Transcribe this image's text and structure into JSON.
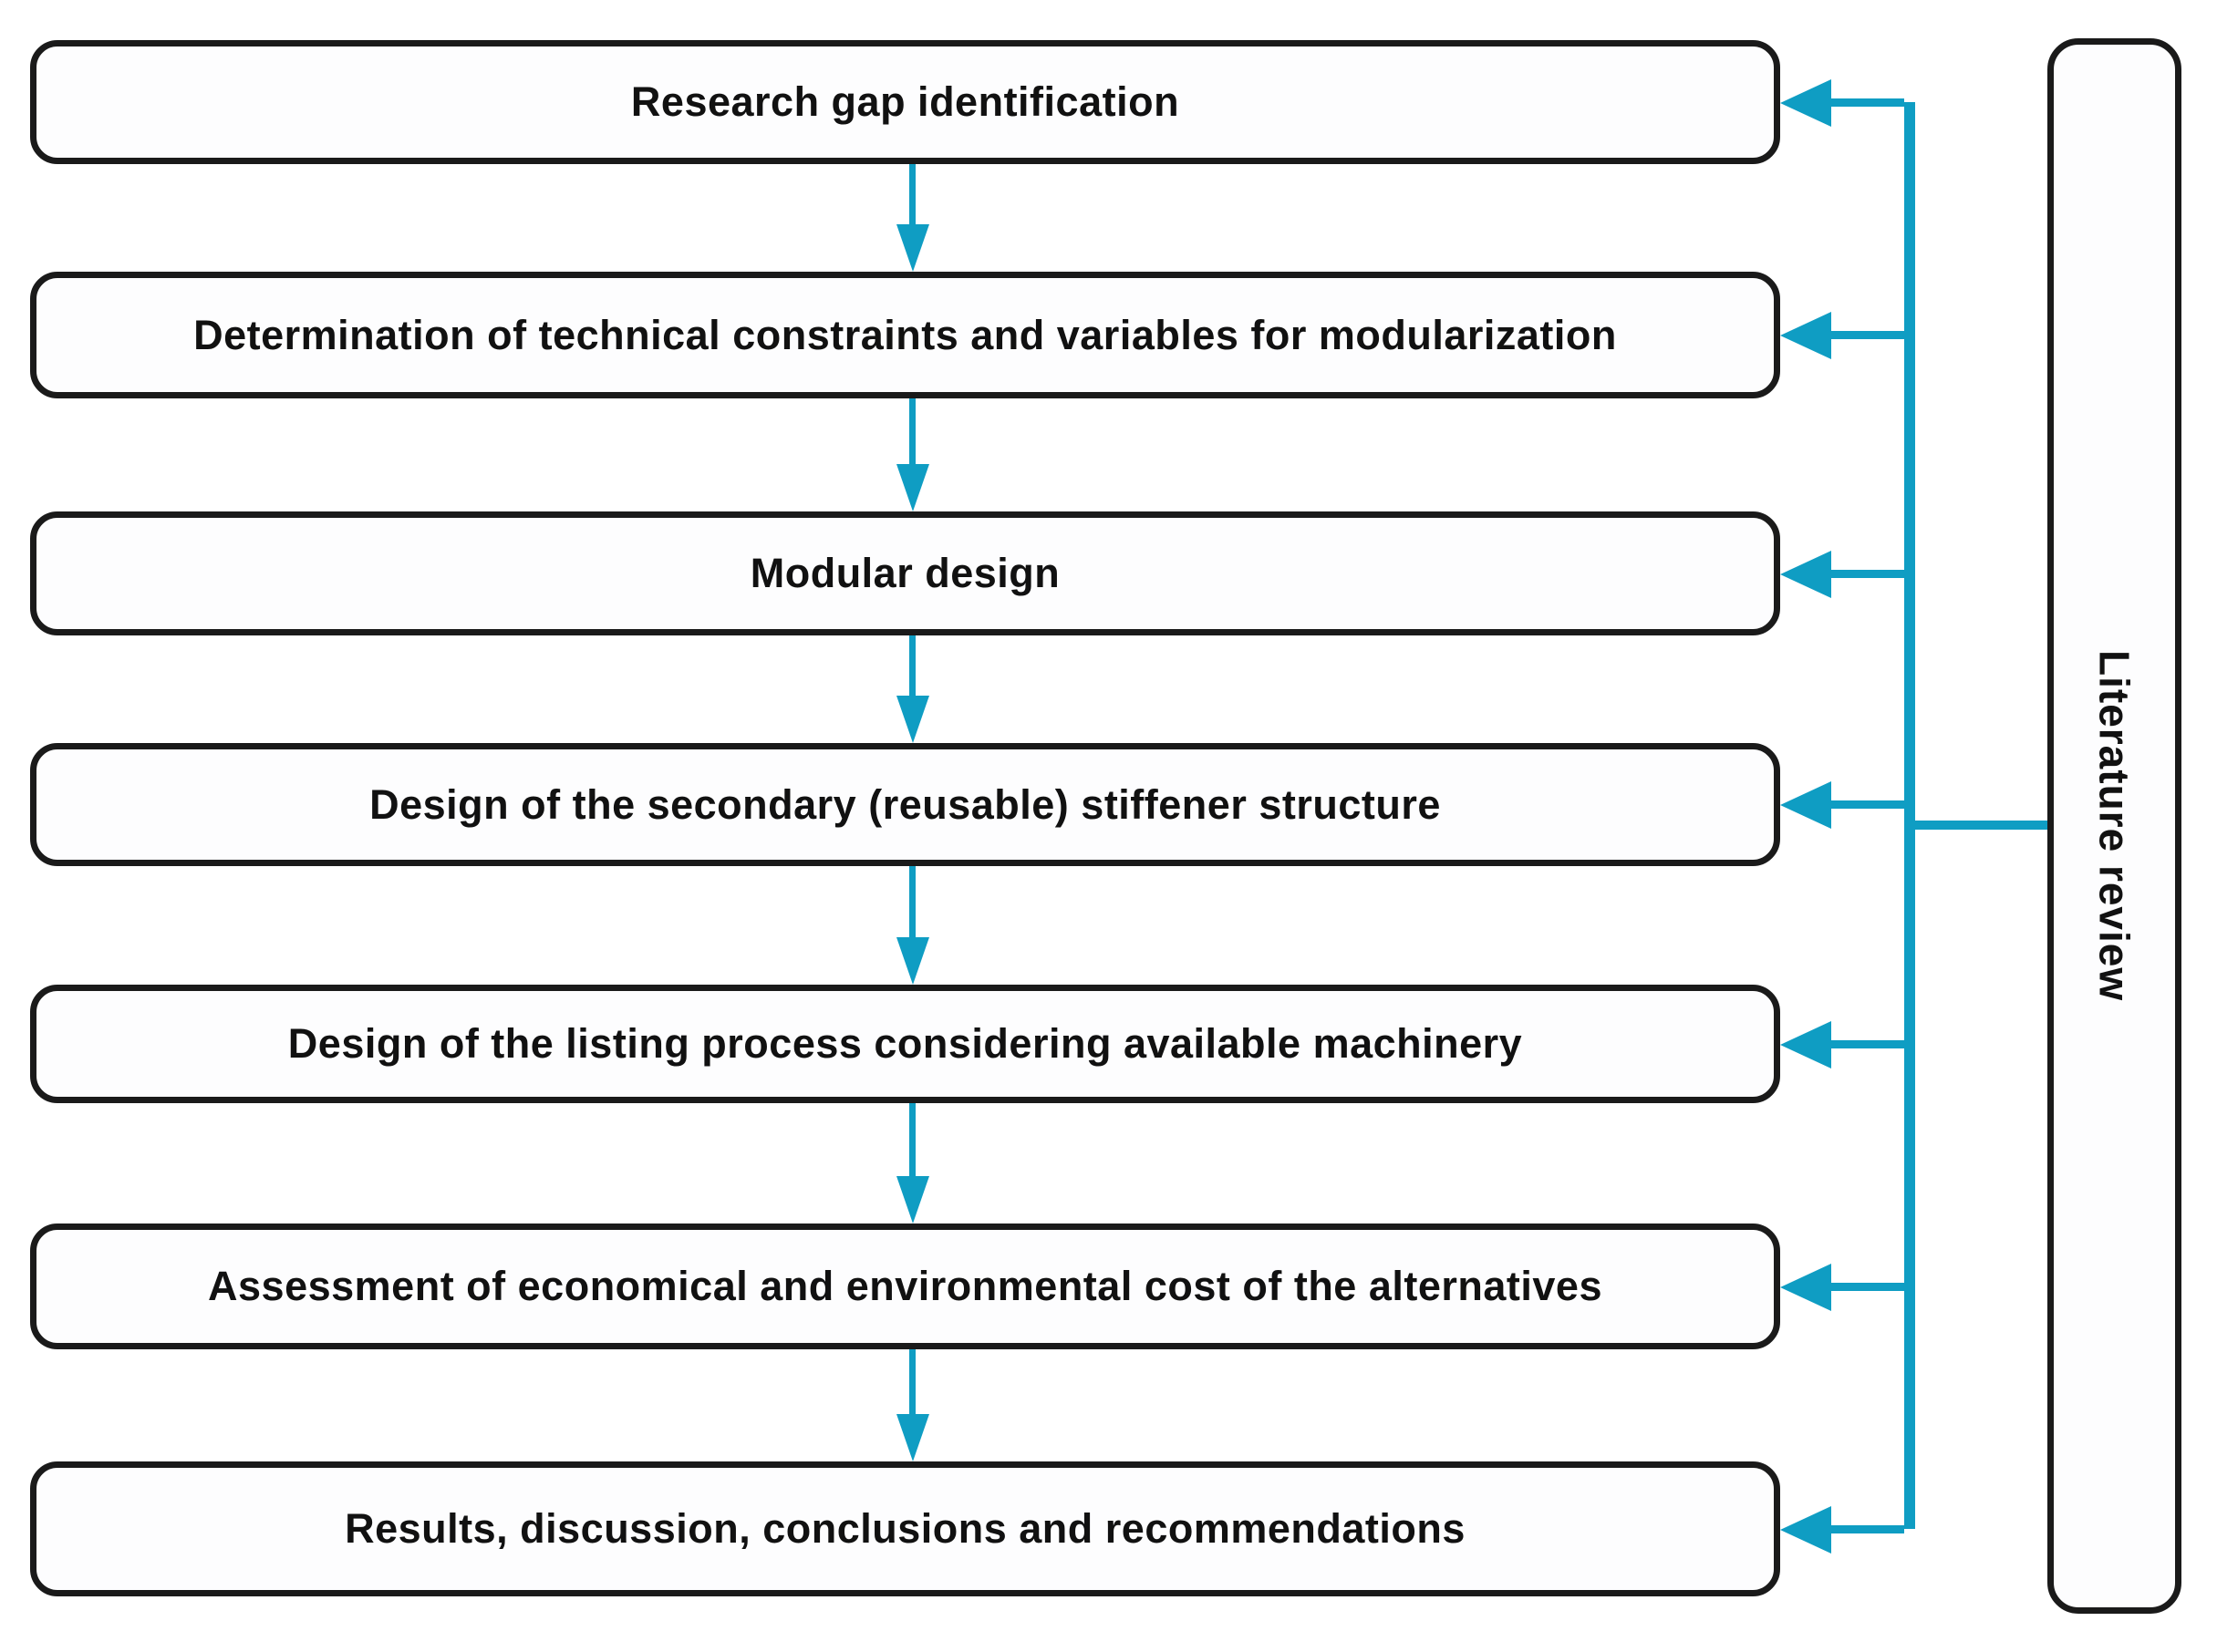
{
  "diagram": {
    "boxes": [
      {
        "label": "Research gap identification"
      },
      {
        "label": "Determination of technical constraints and variables for modularization"
      },
      {
        "label": "Modular design"
      },
      {
        "label": "Design of the secondary (reusable) stiffener structure"
      },
      {
        "label": "Design of the listing process considering available machinery"
      },
      {
        "label": "Assessment of economical and environmental cost of the alternatives"
      },
      {
        "label": "Results, discussion, conclusions and recommendations"
      }
    ],
    "side_box": {
      "label": "Literature review"
    },
    "colors": {
      "arrow": "#0f9dc3",
      "box_border": "#1a1a1a",
      "text": "#111111",
      "background": "#ffffff"
    }
  }
}
